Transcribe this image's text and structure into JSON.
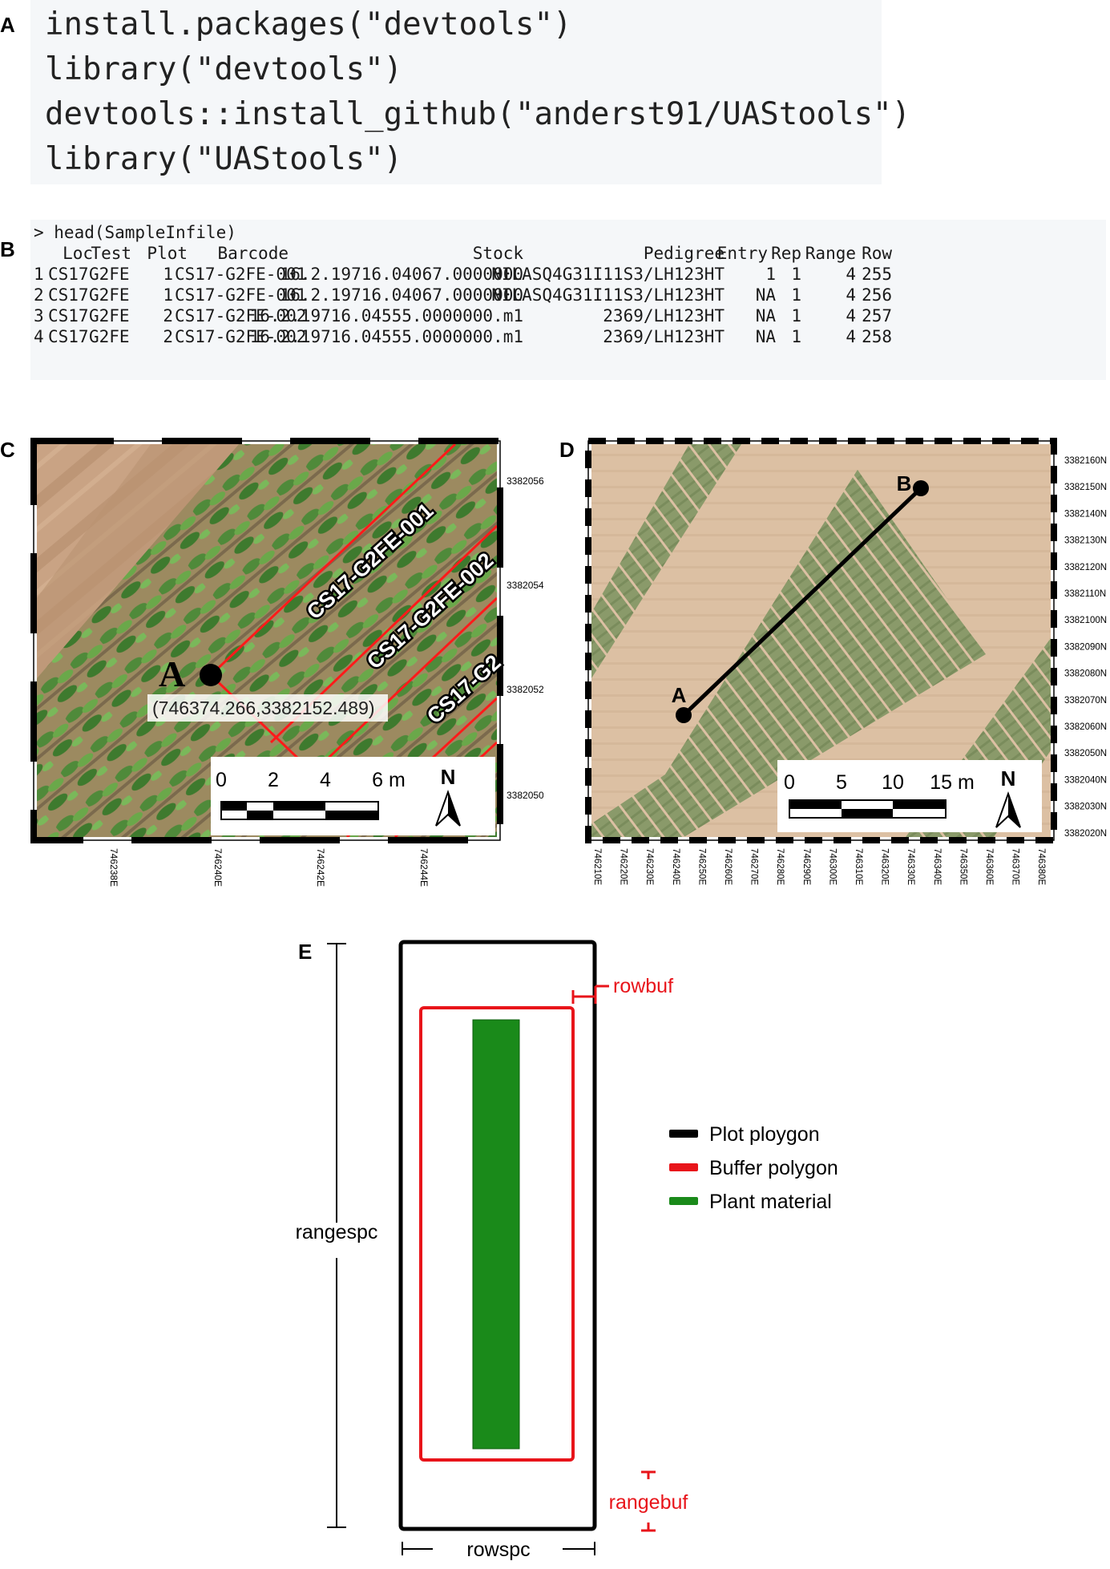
{
  "panels": {
    "a": "A",
    "b": "B",
    "c": "C",
    "d": "D",
    "e": "E"
  },
  "code_a": [
    "install.packages(\"devtools\")",
    "library(\"devtools\")",
    "devtools::install_github(\"anderst91/UAStools\")",
    "library(\"UAStools\")"
  ],
  "code_b": {
    "command": "> head(SampleInfile)",
    "headers": [
      "Loc",
      "Test",
      "Plot",
      "Barcode",
      "Stock",
      "Pedigree",
      "Entry",
      "Rep",
      "Range",
      "Row"
    ],
    "rows": [
      [
        "1",
        "CS17",
        "G2FE",
        "1",
        "CS17-G2FE-001",
        "16.2.19716.04067.0000000",
        "NILASQ4G31I11S3/LH123HT",
        "1",
        "1",
        "4",
        "255"
      ],
      [
        "2",
        "CS17",
        "G2FE",
        "1",
        "CS17-G2FE-001",
        "16.2.19716.04067.0000000",
        "NILASQ4G31I11S3/LH123HT",
        "NA",
        "1",
        "4",
        "256"
      ],
      [
        "3",
        "CS17",
        "G2FE",
        "2",
        "CS17-G2FE-002",
        "16.2.19716.04555.0000000.m1",
        "2369/LH123HT",
        "NA",
        "1",
        "4",
        "257"
      ],
      [
        "4",
        "CS17",
        "G2FE",
        "2",
        "CS17-G2FE-002",
        "16.2.19716.04555.0000000.m1",
        "2369/LH123HT",
        "NA",
        "1",
        "4",
        "258"
      ]
    ]
  },
  "map_c": {
    "point_label": "A",
    "point_coords": "(746374.266,3382152.489)",
    "plot_labels": [
      "CS17-G2FE-001",
      "CS17-G2FE-002",
      "CS17-G2"
    ],
    "y_ticks": [
      "3382056N",
      "3382054N",
      "3382052N",
      "3382050N"
    ],
    "x_ticks": [
      "746238E",
      "746240E",
      "746242E",
      "746244E"
    ],
    "scale_ticks": [
      "0",
      "2",
      "4",
      "6 m"
    ],
    "north": "N"
  },
  "map_d": {
    "point_a": "A",
    "point_b": "B",
    "y_ticks": [
      "3382160N",
      "3382150N",
      "3382140N",
      "3382130N",
      "3382120N",
      "3382110N",
      "3382100N",
      "3382090N",
      "3382080N",
      "3382070N",
      "3382060N",
      "3382050N",
      "3382040N",
      "3382030N",
      "3382020N"
    ],
    "x_ticks": [
      "746210E",
      "746220E",
      "746230E",
      "746240E",
      "746250E",
      "746260E",
      "746270E",
      "746280E",
      "746290E",
      "746300E",
      "746310E",
      "746320E",
      "746330E",
      "746340E",
      "746350E",
      "746360E",
      "746370E",
      "746380E"
    ],
    "scale_ticks": [
      "0",
      "5",
      "10",
      "15 m"
    ],
    "north": "N"
  },
  "diagram_e": {
    "rangespc": "rangespc",
    "rowspc": "rowspc",
    "rowbuf": "rowbuf",
    "rangebuf": "rangebuf",
    "legend": [
      "Plot ploygon",
      "Buffer polygon",
      "Plant material"
    ],
    "colors": {
      "plot": "#000000",
      "buffer": "#e8141a",
      "plant": "#1a8a1a"
    }
  }
}
